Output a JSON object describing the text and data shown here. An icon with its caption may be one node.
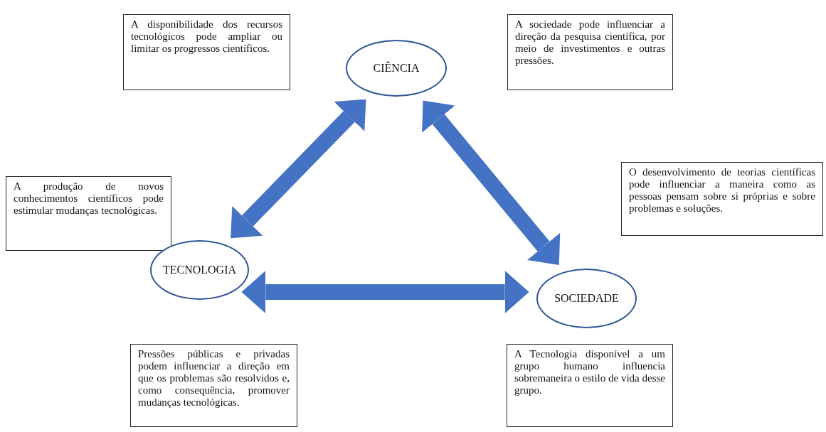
{
  "diagram": {
    "nodes": [
      {
        "text": [
          "A disponibilidade dos recursos tecnológicos pode ampliar ou limitar os progressos científicos."
        ]
      },
      {
        "text": [
          "CIÊNCIA"
        ]
      },
      {
        "text": [
          "A sociedade pode influenciar a direção da pesquisa científica, por meio de investimentos e outras pressões."
        ]
      },
      {
        "text": [
          "A produção de novos conhecimentos científicos pode estimular mudanças tecnológicas."
        ]
      },
      {
        "text": [
          "O desenvolvimento de teorias científicas pode influenciar a maneira como as pessoas pensam sobre si próprias e sobre problemas e soluções."
        ]
      },
      {
        "text": [
          "TECNOLOGIA"
        ]
      },
      {
        "text": [
          "SOCIEDADE"
        ]
      },
      {
        "text": [
          "Pressões públicas e privadas podem influenciar a direção em que os problemas são resolvidos e, como consequência, promover mudanças tecnológicas."
        ]
      },
      {
        "text": [
          "A Tecnologia disponível a um grupo humano influencia sobremaneira o estilo de vida desse grupo."
        ]
      }
    ],
    "edges": [
      {
        "from": 1,
        "to": 5,
        "arrow": "both"
      },
      {
        "from": 1,
        "to": 6,
        "arrow": "both"
      },
      {
        "from": 5,
        "to": 6,
        "arrow": "both"
      }
    ]
  }
}
